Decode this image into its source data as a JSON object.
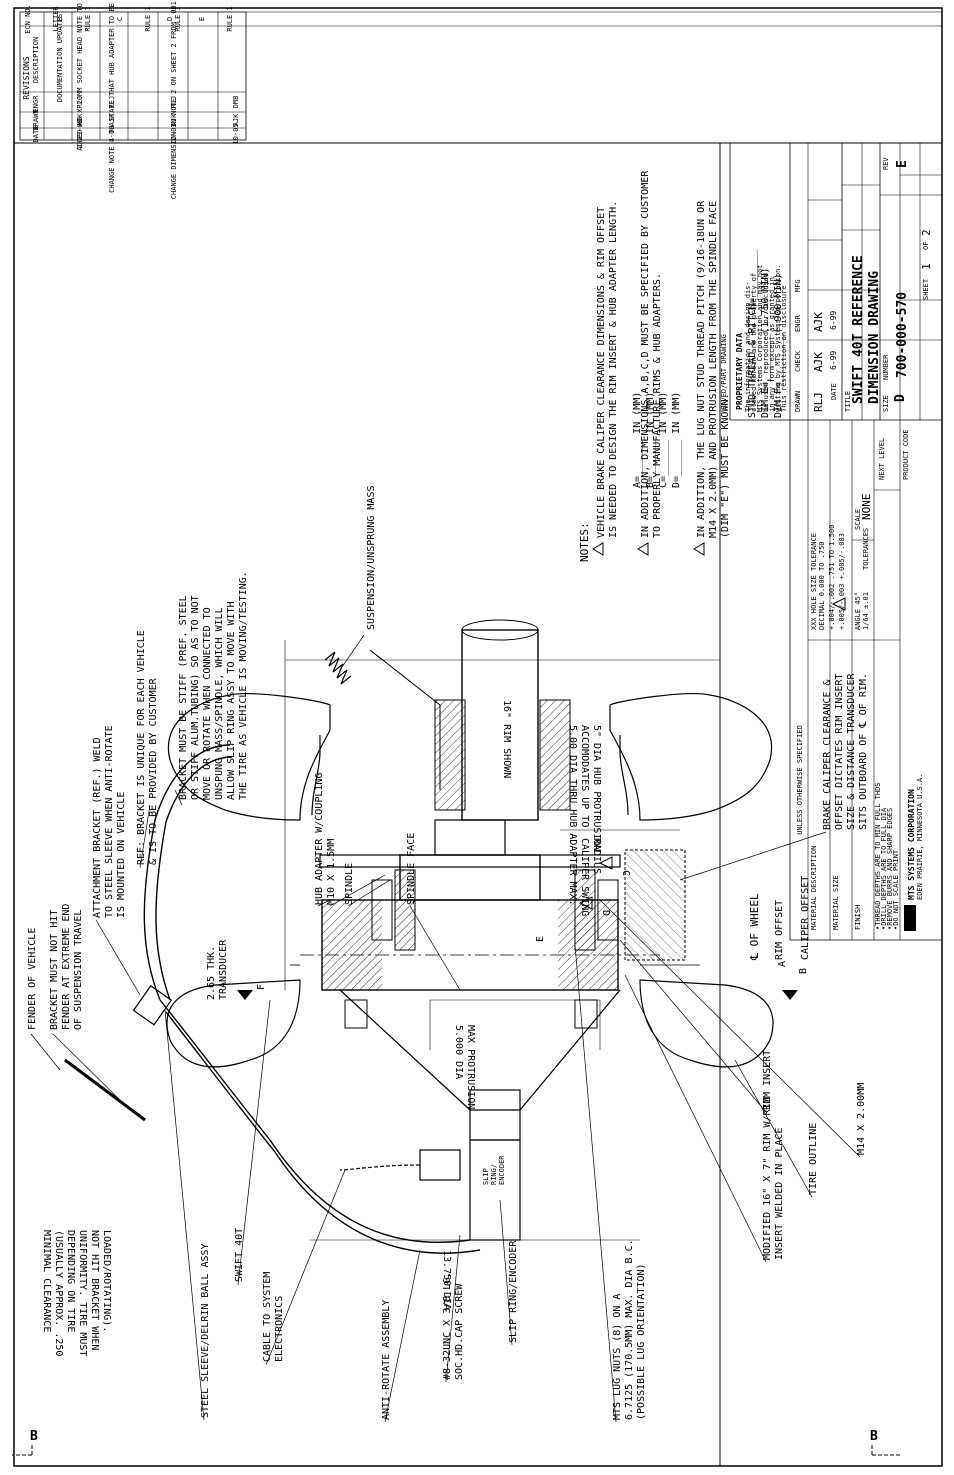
{
  "revisions": {
    "title": "REVISIONS",
    "headers": [
      "DESCRIPTION",
      "DRAWN",
      "ENGR",
      "DATE",
      "LETTER",
      "ECN NO."
    ],
    "rows": [
      {
        "desc": "DOCUMENTATION UPDATES",
        "drawn": "",
        "engr": "",
        "date": "",
        "letter": "B",
        "ecn": "RULE 1"
      },
      {
        "desc": "ADDED M6 X 20MM SOCKET HEAD NOTE TO SHEET 2.",
        "drawn": "RLJ",
        "engr": "AJK",
        "date": "2-29-00",
        "letter": "C",
        "ecn": "RULE 1"
      },
      {
        "desc": "CHANGE NOTE 1 TO STATE THAT HUB ADAPTER TO BE CENTERING ON CPLG.",
        "drawn": "RLJ",
        "engr": "AJK",
        "date": "4-00",
        "letter": "D",
        "ecn": "RULE 1"
      },
      {
        "desc": "CHANGE DIMENSION IN NOTE 2 ON SHEET 2 FROM .001-.004 TO .0004-.0010",
        "drawn": "RLJ",
        "engr": "AJK",
        "date": "12-03",
        "letter": "E",
        "ecn": "RULE 1"
      },
      {
        "desc": "",
        "drawn": "DMB",
        "engr": "AJK",
        "date": "10-05",
        "letter": "",
        "ecn": ""
      }
    ]
  },
  "view_markers": {
    "left": "B",
    "right": "B"
  },
  "notes": {
    "title": "NOTES:",
    "note1": [
      "VEHICLE BRAKE CALIPER CLEARANCE DIMENSIONS & RIM OFFSET",
      "IS NEEDED TO DESIGN THE RIM INSERT & HUB ADAPTER LENGTH."
    ],
    "note2": [
      "IN ADDITION, DIMENSIONS A,B,C,D MUST BE SPECIFIED BY CUSTOMER",
      "TO PROPERLY MANUFACTURE RIMS & HUB ADAPTERS."
    ],
    "dims": [
      "A=______ IN (MM)",
      "B=______ IN (MM)",
      "C=______ IN (MM)",
      "D=______ IN (MM)"
    ],
    "note3": [
      "IN ADDITION, THE LUG NUT STUD THREAD PITCH (9/16-18UN OR",
      "M14 X 2.0MM) AND PROTRUSION LENGTH FROM THE SPINDLE FACE",
      "(DIM \"E\") MUST BE KNOWN."
    ],
    "stud": [
      "STUD THREAD & PITCH=________",
      "DIM E=________(1.750 MIN)",
      "DIM F=________(.900 MIN)"
    ]
  },
  "callouts": {
    "suspension": "SUSPENSION/UNSPRUNG MASS",
    "ref_bracket": [
      "REF: BRACKET IS UNIQUE FOR EACH VEHICLE",
      "& IS TO BE PROVIDED BY CUSTOMER"
    ],
    "bracket_stiff": [
      "BRACKET MUST BE STIFF (PREF. STEEL",
      "OR STIFF ALUM.TUBING) SO AS TO NOT",
      "MOVE OR ROTATE WHEN CONNECTED TO",
      "UNSPUNG MASS/SPINDLE, WHICH WILL",
      "ALLOW SLIP RING ASSY TO MOVE WITH",
      "THE TIRE AS VEHICLE IS MOVING/TESTING."
    ],
    "attachment": [
      "ATTACHMENT BRACKET (REF.) WELD",
      "TO STEEL SLEEVE WHEN ANTI-ROTATE",
      "IS MOUNTED ON VEHICLE"
    ],
    "fender": "FENDER OF VEHICLE",
    "bracket_hit": [
      "BRACKET MUST NOT HIT",
      "FENDER AT EXTREME END",
      "OF SUSPENSION TRAVEL"
    ],
    "hub_adapter": "HUB ADAPTER W/COUPLING",
    "m10": "M10 X 1.5MM",
    "spindle": "SPINDLE",
    "spindle_face": "SPINDLE FACE",
    "thick": [
      "2.65 THK.",
      "TRANSDUCER"
    ],
    "rim_shown": "16\" RIM SHOWN",
    "thru_hub": [
      "5.00 DIA THRU HUB ADAPTER MAX.",
      "ACCOMODATES UP TO",
      "5\" DIA HUB PROTRUSION"
    ],
    "caliper_swing": [
      "CALIPER SWING",
      "RADIUS"
    ],
    "wheel_cl": "℄ OF WHEEL",
    "rim_offset": "RIM OFFSET",
    "caliper_offset": "CALIPER OFFSET",
    "brake_caliper": [
      "BRAKE CALIPER CLEARANCE &",
      "OFFSET DICTATES RIM INSERT",
      "SIZE & DISTANCE TRANSDUCER",
      "SITS OUTBOARD OF ℄ OF RIM."
    ],
    "max_protrusion": [
      "5.000 DIA",
      "MAX PROTRUSION"
    ],
    "min_clearance": [
      "MINIMAL CLEARANCE",
      "(USUALLY APPROX. .250",
      "DEPENDING ON TIRE",
      "UNIFORMITY. TIRE MUST",
      "NOT HIT BRACKET WHEN",
      "LOADED/ROTATING)."
    ],
    "steel_sleeve": "STEEL SLEEVE/DELRIN BALL ASSY",
    "swift": "SWIFT 40T",
    "cable": [
      "CABLE TO SYSTEM",
      "ELECTRONICS"
    ],
    "anti_rotate": "ANTI-ROTATE ASSEMBLY",
    "screw": [
      "#8-32UNC X 3/8 LG.",
      "SOC.HD.CAP SCREW"
    ],
    "slip_ring": "SLIP RING/ENCODER",
    "slip_ring_box": [
      "SLIP",
      "RING/",
      "ENCODER"
    ],
    "dia": "13.750 DIA",
    "lug_nuts": [
      "MTS LUG NUTS (8) ON A",
      "6.7125 (170.5MM) MAX. DIA B.C.",
      "(POSSIBLE LUG ORIENTATION)"
    ],
    "rim_insert": "RIM INSERT",
    "modified_rim": [
      "MODIFIED 16\" X 7\" RIM W/RIM",
      "INSERT WELDED IN PLACE"
    ],
    "tire_outline": "TIRE OUTLINE",
    "m14": "M14 X 2.00MM",
    "letters": {
      "a": "A",
      "b": "B",
      "c": "C",
      "d": "D",
      "e": "E",
      "f": "F"
    }
  },
  "title_block": {
    "saved_as": "SAVED/PART DRAWING",
    "prop_title": "PROPRIETARY DATA",
    "prop_text": [
      "The information and design dis-",
      "closed herein are the property of",
      "MTS Systems Corporation and may not",
      "be used, reproduced, or disclosed",
      "in any form except as granted in",
      "writing by MTS Systems Corporation.",
      "This restriction on disclosure",
      "shall not apply to information",
      "that is in the public domain or was",
      "legitimately in the possession",
      "of the recipient."
    ],
    "unless": "UNLESS OTHERWISE SPECIFIED",
    "material_desc": "MATERIAL DESCRIPTION",
    "material_size": "MATERIAL SIZE",
    "finish": "FINISH",
    "thread_notes": [
      "•THREAD DEPTHS ARE TO MIN FULL THDS",
      "•DRILL DEPTHS ARE TO FULL DIA",
      "•REMOVE BURRS AND SHARP EDGES",
      "•DO NOT SCALE PRINT"
    ],
    "company": "MTS SYSTEMS CORPORATION",
    "address": "EDEN PRAIRIE, MINNESOTA U.S.A.",
    "drawn": "RLJ",
    "checked": "AJK",
    "mfg": "",
    "date1": "6-99",
    "date2": "6-99",
    "title1": "SWIFT 40T REFERENCE",
    "title2": "DIMENSION DRAWING",
    "scale": "NONE",
    "size": "D",
    "number": "700-000-570",
    "rev": "E",
    "sheet": "SHEET",
    "sheet_num": "1",
    "sheet_of": "OF",
    "sheet_total": "2",
    "lbl_drawn": "DRAWN",
    "lbl_check": "CHECK",
    "lbl_engr": "ENGR",
    "lbl_mfg": "MFG",
    "lbl_date": "DATE",
    "lbl_title": "TITLE",
    "lbl_scale": "SCALE",
    "lbl_size": "SIZE",
    "lbl_number": "NUMBER",
    "lbl_rev": "REV",
    "lbl_next": "NEXT LEVEL",
    "lbl_product": "PRODUCT CODE",
    "tol_rows": [
      "XXX HOLE SIZE TOLERANCE",
      "DECIMAL 0.000 TO .750",
      "+.004/-.002 .751 TO 1.500",
      "+.005/-.003 +.005/-.003"
    ],
    "angle": "ANGLE 45°",
    "frac": "1/64 ±.01",
    "tol": "TOLERANCES"
  }
}
